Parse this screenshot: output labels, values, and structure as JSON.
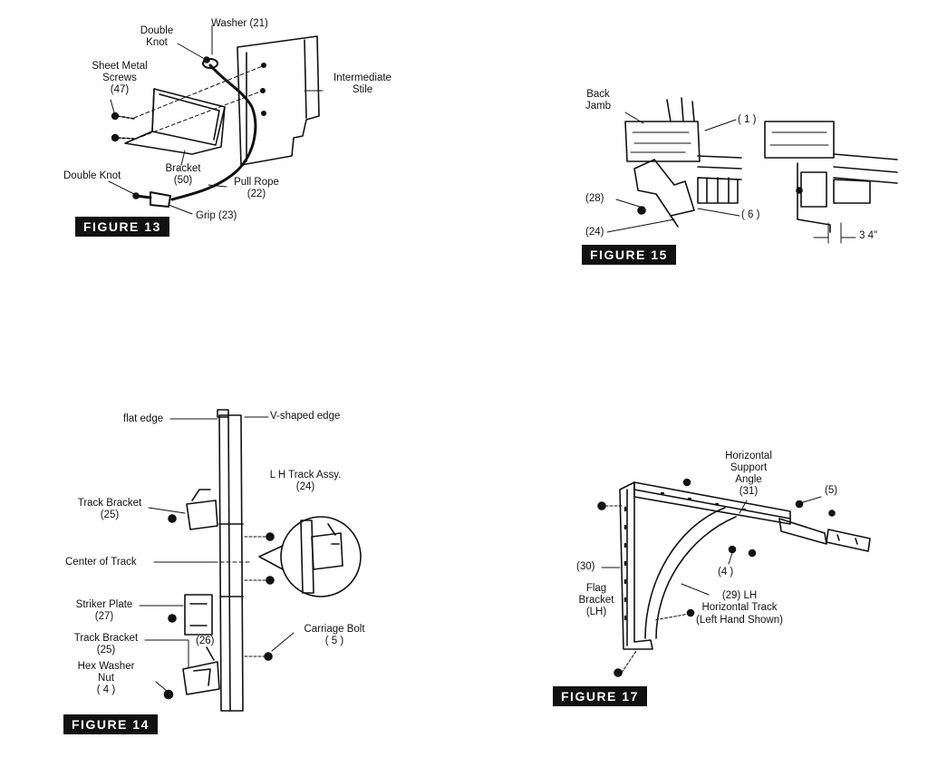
{
  "fig13": {
    "badge": "FIGURE 13",
    "washer": "Washer (21)",
    "double_knot_top_1": "Double",
    "double_knot_top_2": "Knot",
    "sheet_metal_1": "Sheet Metal",
    "sheet_metal_2": "Screws",
    "sheet_metal_3": "(47)",
    "intermediate_1": "Intermediate",
    "intermediate_2": "Stile",
    "bracket_1": "Bracket",
    "bracket_2": "(50)",
    "double_knot_bottom": "Double Knot",
    "pull_rope_1": "Pull Rope",
    "pull_rope_2": "(22)",
    "grip": "Grip (23)"
  },
  "fig15": {
    "badge": "FIGURE 15",
    "back_jamb_1": "Back",
    "back_jamb_2": "Jamb",
    "part_1": "( 1 )",
    "part_28": "(28)",
    "part_6": "( 6 )",
    "part_24": "(24)",
    "dimension": "3 4\""
  },
  "fig14": {
    "badge": "FIGURE 14",
    "flat_edge": "flat edge",
    "v_edge": "V-shaped edge",
    "lh_track_1": "L H  Track Assy.",
    "lh_track_2": "(24)",
    "track_bracket_top_1": "Track Bracket",
    "track_bracket_top_2": "(25)",
    "center_of_track": "Center of Track",
    "striker_1": "Striker Plate",
    "striker_2": "(27)",
    "track_bracket_bot_1": "Track Bracket",
    "track_bracket_bot_2": "(25)",
    "part_26": "(26)",
    "hex_1": "Hex Washer",
    "hex_2": "Nut",
    "hex_3": "( 4 )",
    "carriage_1": "Carriage Bolt",
    "carriage_2": "( 5 )"
  },
  "fig17": {
    "badge": "FIGURE 17",
    "horiz_1": "Horizontal",
    "horiz_2": "Support",
    "horiz_3": "Angle",
    "horiz_4": "(31)",
    "part_5": "(5)",
    "part_30": "(30)",
    "part_4": "(4 )",
    "flag_1": "Flag",
    "flag_2": "Bracket",
    "flag_3": "(LH)",
    "track_1": "(29) LH",
    "track_2": "Horizontal Track",
    "track_3": "(Left Hand Shown)"
  }
}
